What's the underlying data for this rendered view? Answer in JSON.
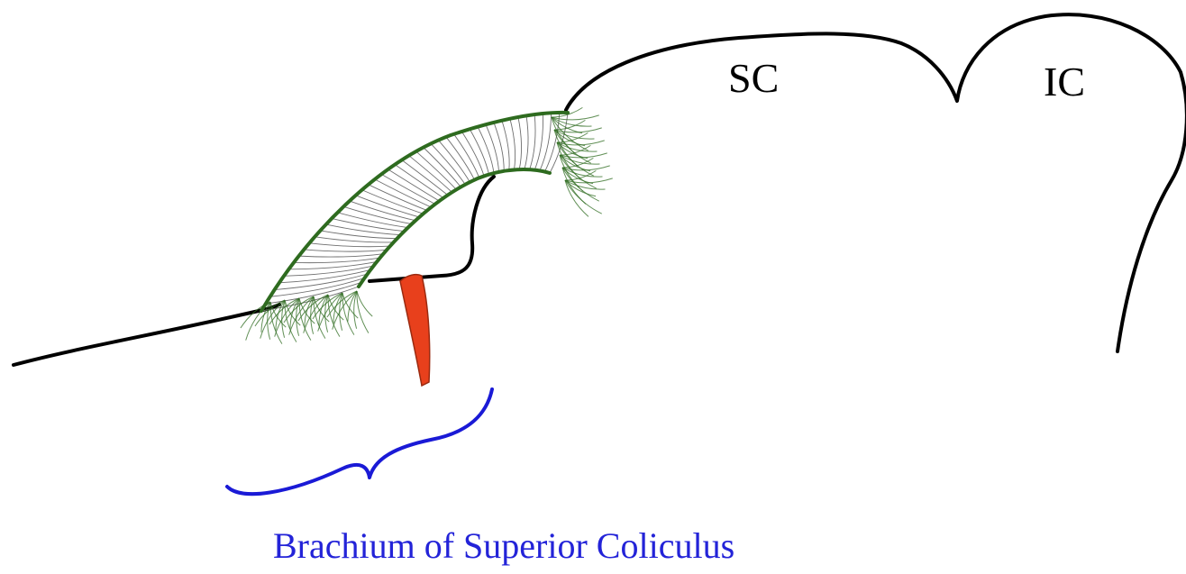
{
  "labels": {
    "sc": "SC",
    "ic": "IC"
  },
  "caption": "Brachium of Superior Coliculus",
  "colors": {
    "outline": "#000000",
    "brachium_outline": "#2e6b1f",
    "brachium_fibers": "#6f6f6f",
    "red_structure": "#e8401c",
    "brace": "#1a1ad6",
    "caption": "#2323d8",
    "background": "#ffffff"
  }
}
